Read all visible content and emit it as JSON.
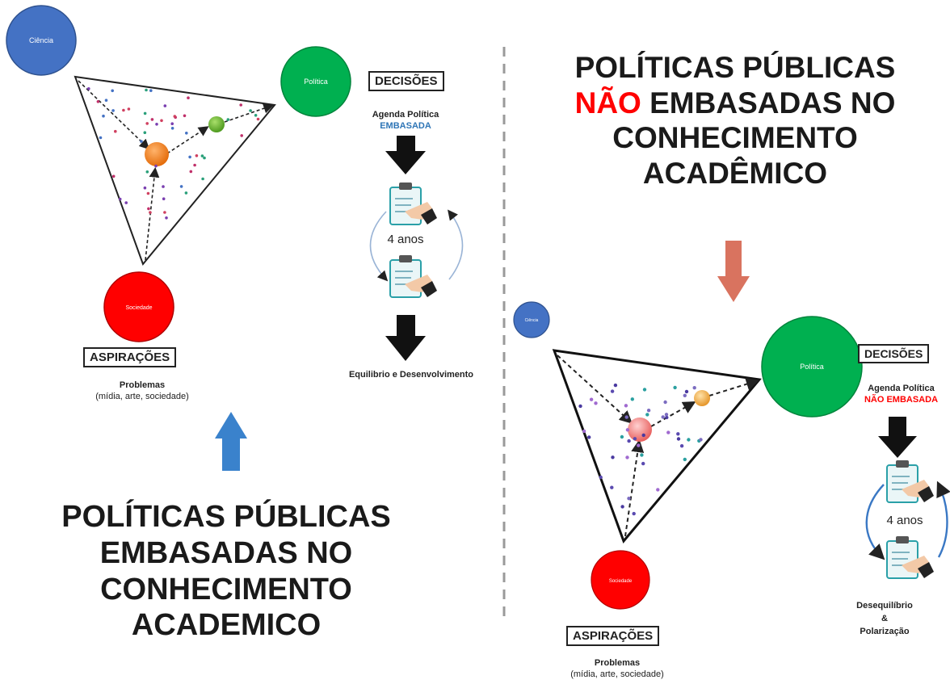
{
  "left": {
    "nodes": {
      "ciencia": "Ciência",
      "politica": "Política",
      "sociedade": "Sociedade"
    },
    "decisoes": "DECISÕES",
    "agenda_line1": "Agenda Política",
    "agenda_line2": "EMBASADA",
    "anos": "4 anos",
    "outcome": "Equilibrio e Desenvolvimento",
    "aspiracoes": "ASPIRAÇÕES",
    "problemas": "Problemas",
    "problemas_sub": "(mídia, arte, sociedade)",
    "title_lines": [
      "POLÍTICAS PÚBLICAS",
      "EMBASADAS NO",
      "CONHECIMENTO",
      "ACADEMICO"
    ]
  },
  "right": {
    "title_line1": "POLÍTICAS PÚBLICAS",
    "title_nao": "NÃO",
    "title_line2_rest": " EMBASADAS NO",
    "title_line3": "CONHECIMENTO",
    "title_line4": "ACADÊMICO",
    "nodes": {
      "ciencia": "Ciência",
      "politica": "Política",
      "sociedade": "Sociedade"
    },
    "decisoes": "DECISÕES",
    "agenda_line1": "Agenda Política",
    "agenda_line2": "NÃO EMBASADA",
    "anos": "4 anos",
    "outcome_line1": "Desequilíbrio",
    "outcome_line2": "&",
    "outcome_line3": "Polarização",
    "aspiracoes": "ASPIRAÇÕES",
    "problemas": "Problemas",
    "problemas_sub": "(mídia, arte, sociedade)"
  },
  "colors": {
    "ciencia": "#4472c4",
    "politica": "#00b050",
    "sociedade": "#ff0000",
    "embasada": "#2e75b6",
    "nao_embasada": "#ff0000",
    "blue_arrow": "#3a82cc",
    "red_arrow": "#d9735f"
  }
}
